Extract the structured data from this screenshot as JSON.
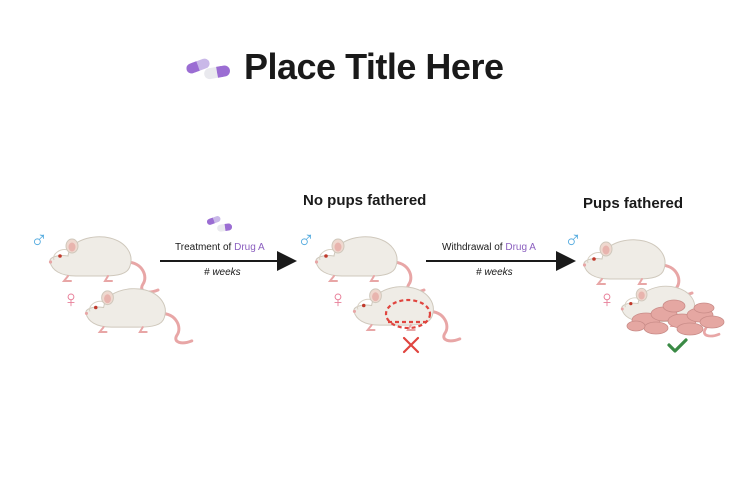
{
  "title": "Place Title Here",
  "stages": [
    {
      "heading": "",
      "outcome": ""
    },
    {
      "heading": "No pups fathered",
      "outcome": "cross"
    },
    {
      "heading": "Pups fathered",
      "outcome": "check"
    }
  ],
  "arrows": [
    {
      "prefix": "Treatment of ",
      "drug": "Drug A",
      "duration": "# weeks"
    },
    {
      "prefix": "Withdrawal of ",
      "drug": "Drug A",
      "duration": "# weeks"
    }
  ],
  "symbols": {
    "male": "♂",
    "female": "♀"
  },
  "colors": {
    "drug_text": "#8b5fbf",
    "male": "#5aaee0",
    "female": "#e8809a",
    "cross": "#e0453f",
    "check": "#3a8a45",
    "capsule_purple": "#9b6dd3"
  }
}
